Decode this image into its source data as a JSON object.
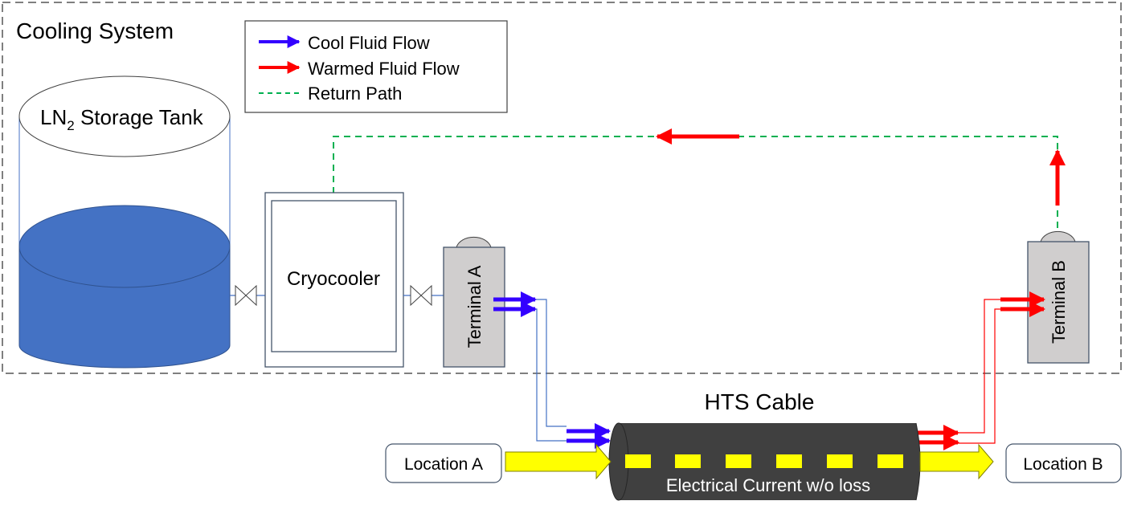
{
  "diagram": {
    "system_label": "Cooling System",
    "legend": {
      "items": [
        {
          "label": "Cool Fluid Flow",
          "color": "#3300ff",
          "style": "arrow"
        },
        {
          "label": "Warmed Fluid Flow",
          "color": "#ff0000",
          "style": "arrow"
        },
        {
          "label": "Return Path",
          "color": "#00b050",
          "style": "dashed"
        }
      ]
    },
    "tank": {
      "label_main": "LN",
      "label_sub": "2",
      "label_rest": " Storage Tank",
      "liquid_color": "#4472c4"
    },
    "cryocooler": {
      "label": "Cryocooler"
    },
    "terminal_a": {
      "label": "Terminal A"
    },
    "terminal_b": {
      "label": "Terminal B"
    },
    "cable": {
      "title": "HTS Cable",
      "caption": "Electrical Current w/o loss",
      "color": "#404040"
    },
    "location_a": {
      "label": "Location A"
    },
    "location_b": {
      "label": "Location B"
    },
    "colors": {
      "cool": "#3300ff",
      "warm": "#ff0000",
      "return": "#00b050",
      "current": "#ffff00",
      "pipe": "#4472c4",
      "boundary": "#7f7f7f",
      "terminal_fill": "#d0cece"
    }
  }
}
